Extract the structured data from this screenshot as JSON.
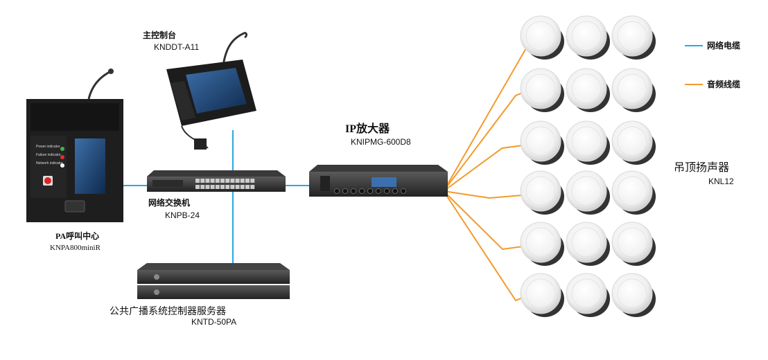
{
  "devices": {
    "console": {
      "name": "主控制台",
      "model": "KNDDT-A11"
    },
    "pa_center": {
      "name": "PA呼叫中心",
      "model": "KNPA800miniR",
      "indicators": [
        "Power indicator",
        "Failure indicator",
        "Network indicator"
      ]
    },
    "switch": {
      "name": "网络交换机",
      "model": "KNPB-24"
    },
    "server": {
      "name": "公共广播系统控制器服务器",
      "model": "KNTD-50PA"
    },
    "amplifier": {
      "name": "IP放大器",
      "model": "KNIPMG-600D8"
    },
    "speakers": {
      "name": "吊顶扬声器",
      "model": "KNL12",
      "rows": 6,
      "cols": 3
    }
  },
  "legend": [
    {
      "label": "网络电缆",
      "color": "#29a8e0"
    },
    {
      "label": "音频线缆",
      "color": "#f39a2b"
    }
  ]
}
